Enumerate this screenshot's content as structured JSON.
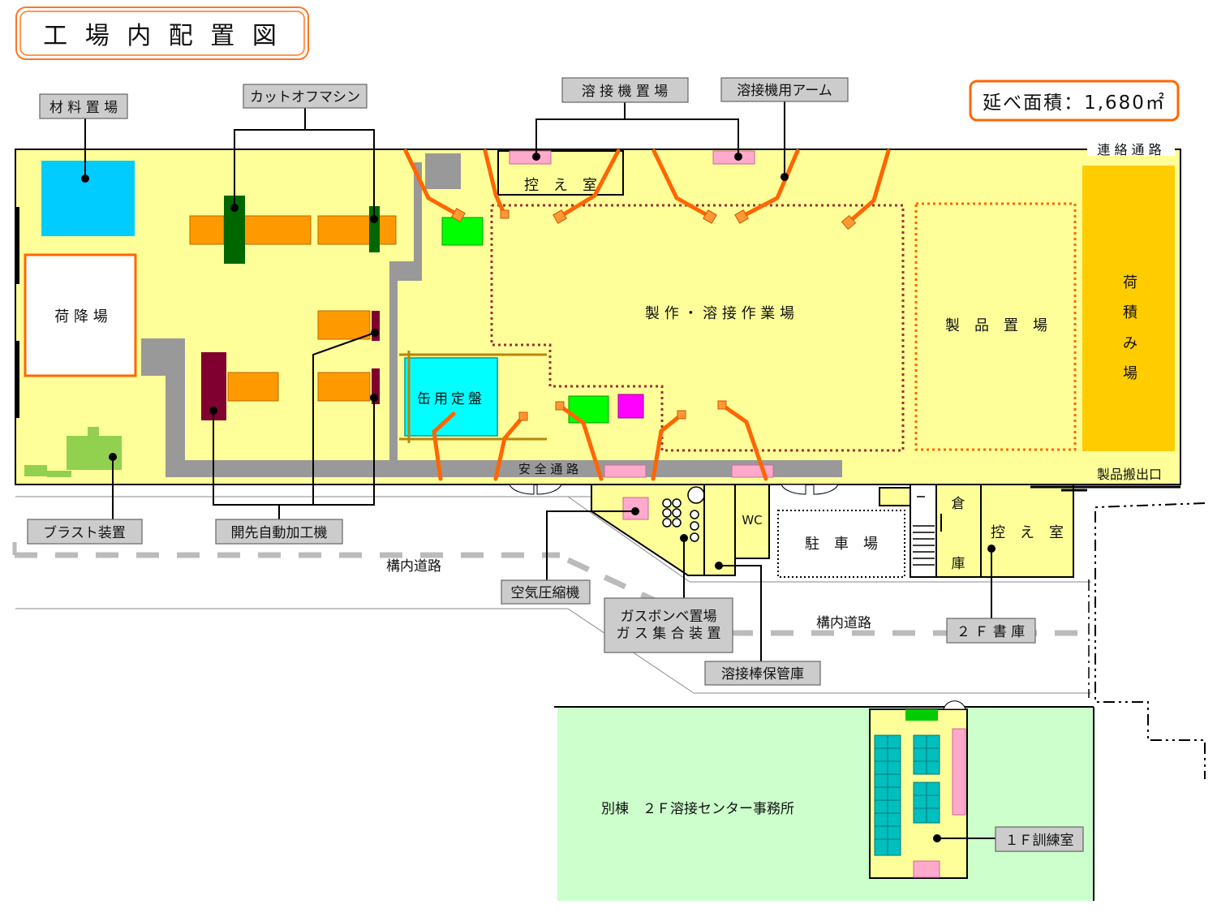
{
  "title": "工 場 内 配 置 図",
  "total_area": "延べ面積：1,680㎡",
  "areas": {
    "loading_area": "荷 降 場",
    "work_area": "製 作 ・ 溶 接 作 業 場",
    "product_storage": "製　品　置　場",
    "shipping_area": [
      "荷",
      "積",
      "み",
      "場"
    ],
    "waiting_room_top": "控　え　室",
    "waiting_room_right": "控　え　室",
    "surface_plate": "缶用定盤",
    "safety_passage": "安 全 通 路",
    "connecting_passage": "連 絡 通 路",
    "product_exit": "製品搬出口",
    "parking": "駐　車　場",
    "wc": "WC",
    "warehouse_top": "倉",
    "warehouse_bottom": "庫",
    "premises_road_1": "構内道路",
    "premises_road_2": "構内道路",
    "annex": "別棟　２Ｆ溶接センター事務所"
  },
  "callouts": {
    "material_storage": "材 料 置 場",
    "cutoff_machine": "カットオフマシン",
    "welder_storage": "溶 接 機 置 場",
    "welder_arm": "溶接機用アーム",
    "blast_device": "ブラスト装置",
    "bevel_machine": "開先自動加工機",
    "air_compressor": "空気圧縮機",
    "gas_cylinder_1": "ガスボンベ置場",
    "gas_cylinder_2": "ガ ス 集 合 装 置",
    "rod_storage": "溶接棒保管庫",
    "document_room": "２ Ｆ 書 庫",
    "training_room": "１Ｆ訓練室"
  },
  "colors": {
    "floor": "#ffff99",
    "welding_arm": "#ff6600",
    "pool": "#00ccff",
    "shipping": "#ffcc00",
    "annex": "#ccffcc",
    "material": "#ff9900",
    "cutoff": "#006600",
    "bevel": "#800030",
    "passage": "#999999"
  }
}
